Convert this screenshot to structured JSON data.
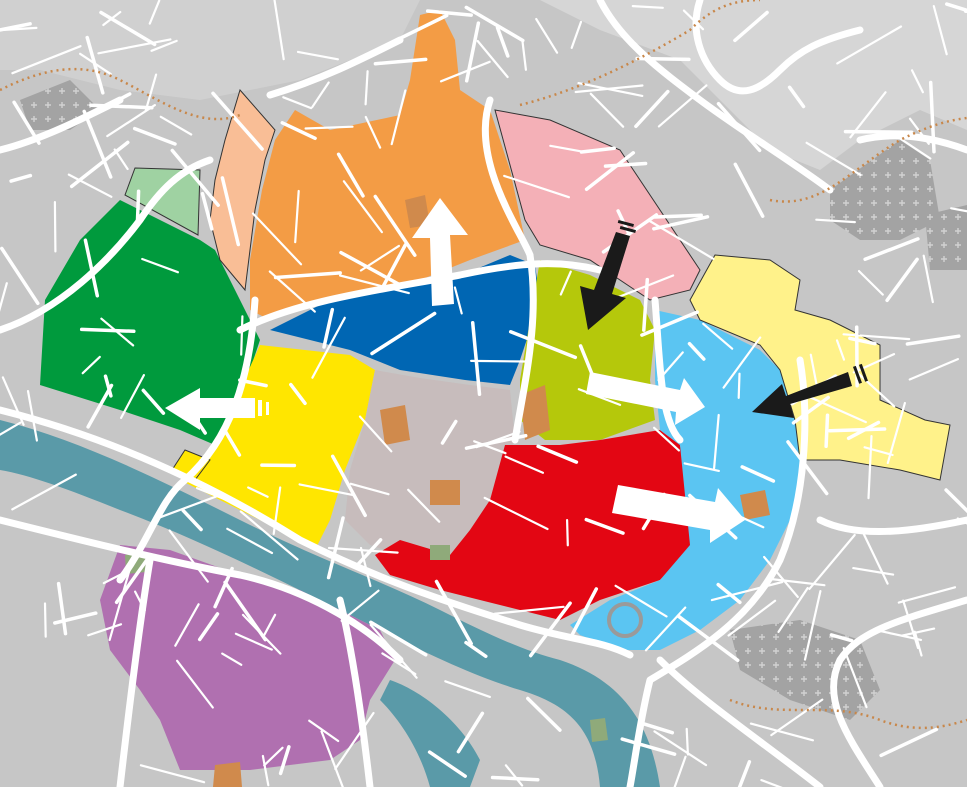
{
  "map": {
    "colors": {
      "background": "#c6c6c6",
      "block_gray": "#b9b9b9",
      "hatched": "#9a9a9a",
      "river": "#5a9aa8",
      "district_green": "#009a3d",
      "district_light_green": "#9fd2a2",
      "district_peach": "#f9be96",
      "district_orange": "#f39c45",
      "district_pink": "#f4b0b7",
      "district_blue": "#0066b3",
      "district_yellow": "#ffe600",
      "district_old_town": "#c7bcbc",
      "district_lime": "#b5c80b",
      "district_red": "#e30613",
      "district_light_blue": "#5bc5f2",
      "district_pale_yellow": "#fff28a",
      "district_purple": "#b070b0",
      "landmark_brown": "#d08a4c",
      "arrow_white": "#ffffff",
      "arrow_black": "#1a1a1a"
    },
    "districts": [
      {
        "id": "green",
        "color": "#009a3d"
      },
      {
        "id": "light-green",
        "color": "#9fd2a2"
      },
      {
        "id": "peach",
        "color": "#f9be96"
      },
      {
        "id": "orange",
        "color": "#f39c45"
      },
      {
        "id": "pink",
        "color": "#f4b0b7"
      },
      {
        "id": "blue",
        "color": "#0066b3"
      },
      {
        "id": "yellow",
        "color": "#ffe600"
      },
      {
        "id": "old-town",
        "color": "#c7bcbc"
      },
      {
        "id": "lime",
        "color": "#b5c80b"
      },
      {
        "id": "red",
        "color": "#e30613"
      },
      {
        "id": "light-blue",
        "color": "#5bc5f2"
      },
      {
        "id": "pale-yellow",
        "color": "#fff28a"
      },
      {
        "id": "purple",
        "color": "#b070b0"
      }
    ],
    "arrows": [
      {
        "id": "north",
        "style": "white",
        "direction": "up"
      },
      {
        "id": "west",
        "style": "white",
        "direction": "left"
      },
      {
        "id": "east",
        "style": "white",
        "direction": "right"
      },
      {
        "id": "southeast",
        "style": "white",
        "direction": "right-down"
      },
      {
        "id": "lime-down",
        "style": "black",
        "direction": "down"
      },
      {
        "id": "lightblue-left",
        "style": "black",
        "direction": "left-down"
      }
    ]
  }
}
